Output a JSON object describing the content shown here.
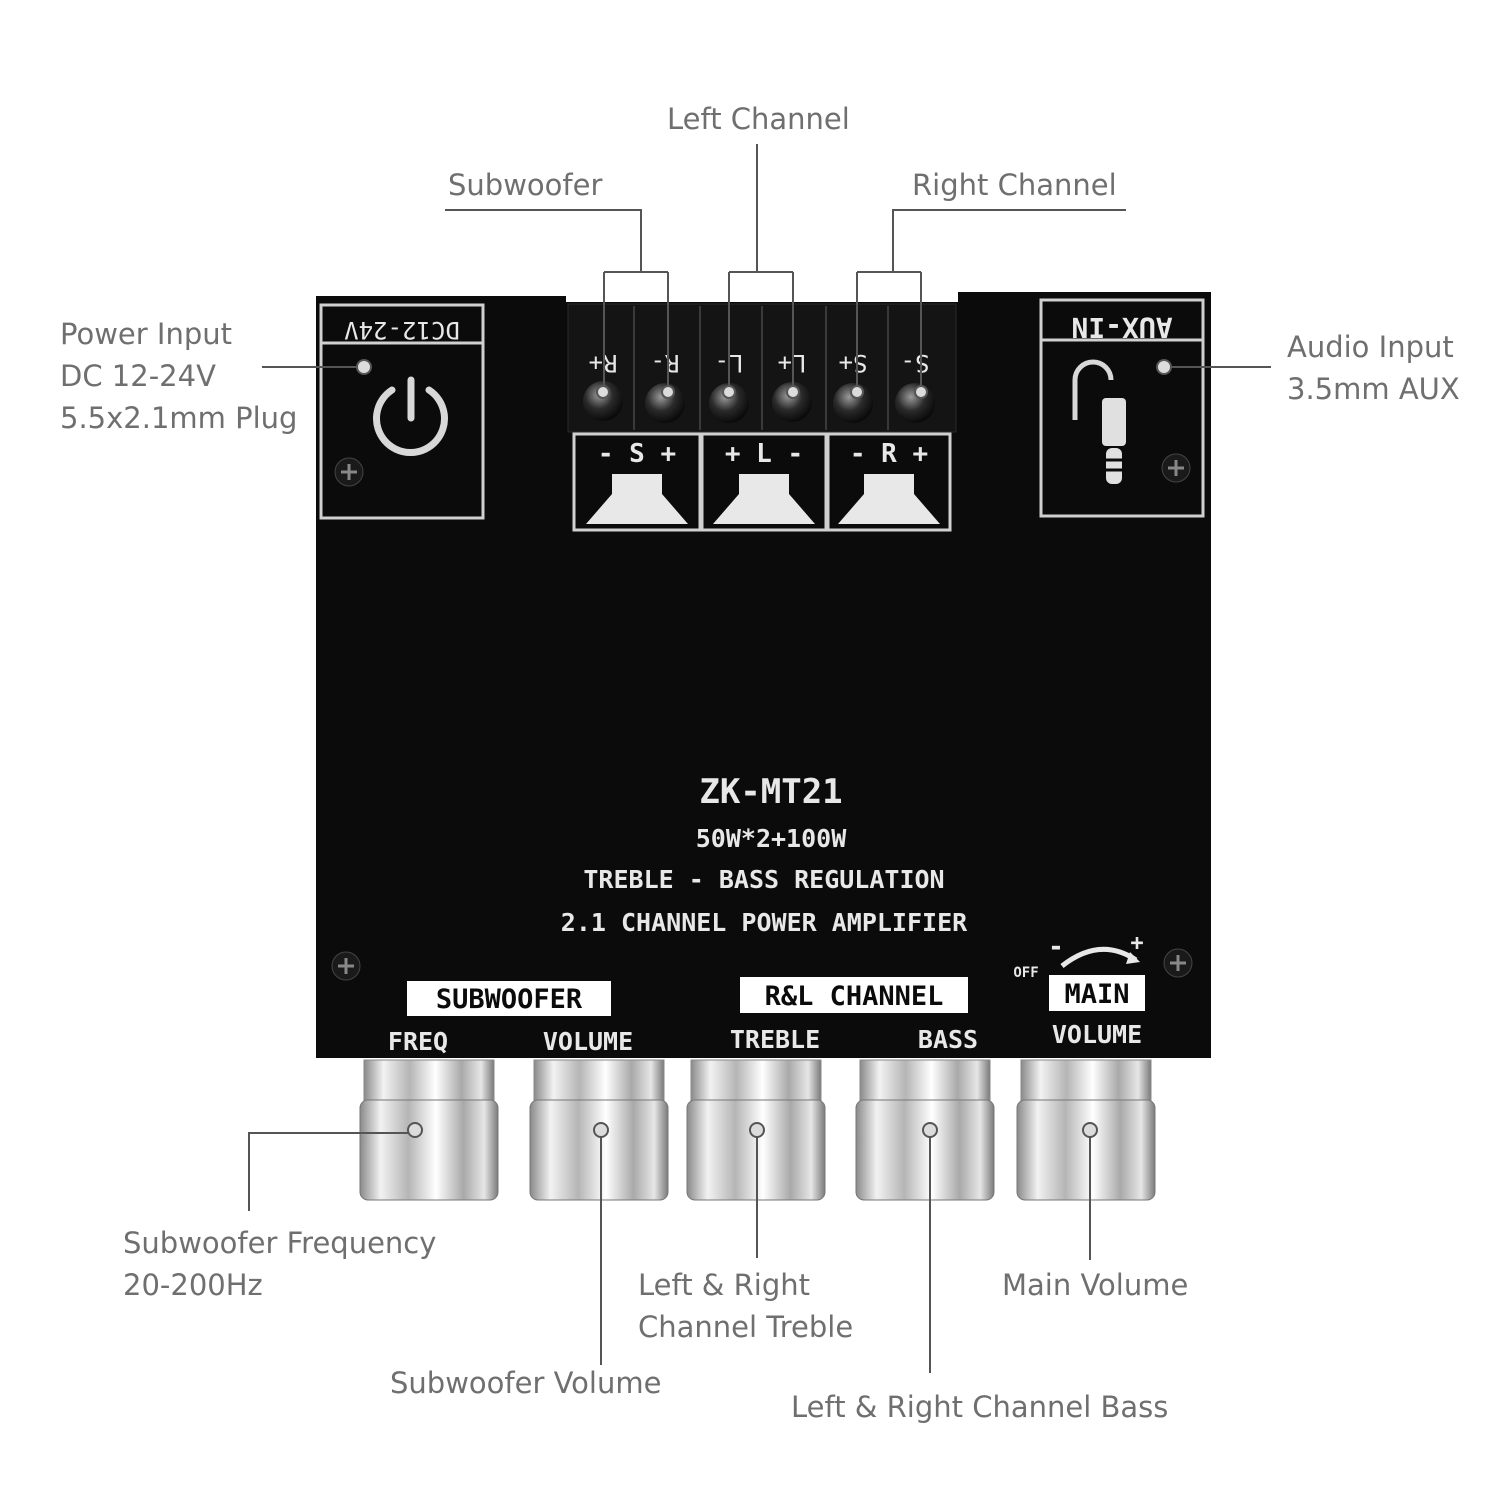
{
  "board": {
    "model": "ZK-MT21",
    "power_rating": "50W*2+100W",
    "line_treble_bass": "TREBLE - BASS REGULATION",
    "line_amplifier": "2.1 CHANNEL POWER AMPLIFIER",
    "power_label": "DC12-24V",
    "aux_label": "AUX-IN",
    "terminals": [
      "R+",
      "R-",
      "L-",
      "L+",
      "S+",
      "S-"
    ],
    "speaker_groups": [
      "- S +",
      "+ L -",
      "- R +"
    ],
    "knob_groups": {
      "subwoofer": "SUBWOOFER",
      "rl_channel": "R&L CHANNEL",
      "main": "MAIN",
      "off": "OFF",
      "switch_minus": "-",
      "switch_plus": "+"
    },
    "knob_labels": [
      "FREQ",
      "VOLUME",
      "TREBLE",
      "BASS",
      "VOLUME"
    ]
  },
  "callouts": {
    "left_channel": "Left Channel",
    "subwoofer": "Subwoofer",
    "right_channel": "Right Channel",
    "power_input": [
      "Power Input",
      "DC 12-24V",
      "5.5x2.1mm Plug"
    ],
    "audio_input": [
      "Audio Input",
      "3.5mm AUX"
    ],
    "sub_freq": [
      "Subwoofer Frequency",
      "20-200Hz"
    ],
    "sub_volume": "Subwoofer Volume",
    "lr_treble": [
      "Left & Right",
      "Channel Treble"
    ],
    "lr_bass": "Left & Right Channel Bass",
    "main_volume": "Main Volume"
  },
  "colors": {
    "board": "#0b0b0b",
    "print": "#e8e8e8",
    "callout_text": "#6f6f6f",
    "leader": "#555555",
    "knob_metal": "#c9c9c9"
  },
  "icons": [
    "power-icon",
    "aux-plug-icon",
    "speaker-icon",
    "screw-icon"
  ]
}
